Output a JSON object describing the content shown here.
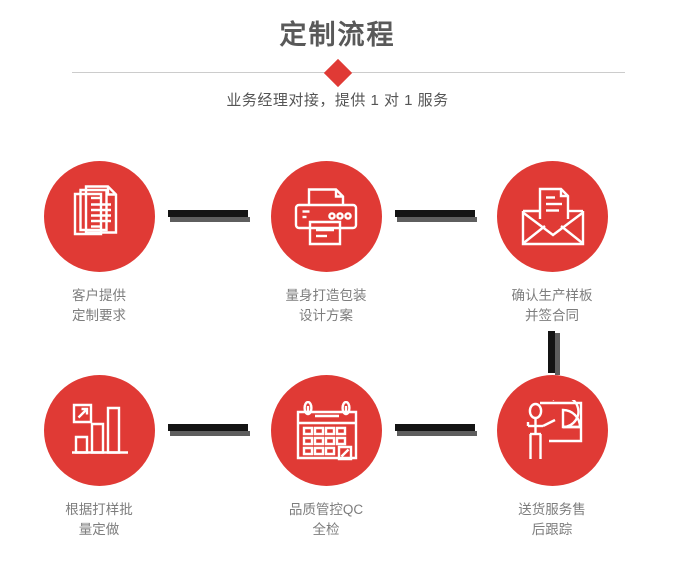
{
  "theme": {
    "accent_red": "#e03a35",
    "title_gray": "#595959",
    "label_gray": "#7d7d7d",
    "line_gray": "#cccccc",
    "connector_black": "#141414",
    "connector_gray": "#5e5e5e",
    "background": "#ffffff"
  },
  "header": {
    "title": "定制流程",
    "subtitle": "业务经理对接，提供 1 对 1 服务",
    "divider_icon": "diamond-marker"
  },
  "flow": {
    "steps": [
      {
        "index": "1",
        "icon": "documents-stack-icon",
        "label": "客户提供\n定制要求"
      },
      {
        "index": "2",
        "icon": "printer-icon",
        "label": "量身打造包装\n设计方案"
      },
      {
        "index": "3",
        "icon": "envelope-document-icon",
        "label": "确认生产样板\n并签合同"
      },
      {
        "index": "4",
        "icon": "bar-chart-growth-icon",
        "label": "根据打样批\n量定做"
      },
      {
        "index": "5",
        "icon": "calendar-icon",
        "label": "品质管控QC\n全检"
      },
      {
        "index": "6",
        "icon": "presenter-pie-chart-icon",
        "label": "送货服务售\n后跟踪"
      }
    ],
    "connectors": [
      {
        "name": "arrow-step1-step2",
        "orientation": "horizontal"
      },
      {
        "name": "arrow-step2-step3",
        "orientation": "horizontal"
      },
      {
        "name": "arrow-step3-step6",
        "orientation": "vertical"
      },
      {
        "name": "arrow-step4-step5",
        "orientation": "horizontal"
      },
      {
        "name": "arrow-step5-step6",
        "orientation": "horizontal"
      }
    ]
  }
}
